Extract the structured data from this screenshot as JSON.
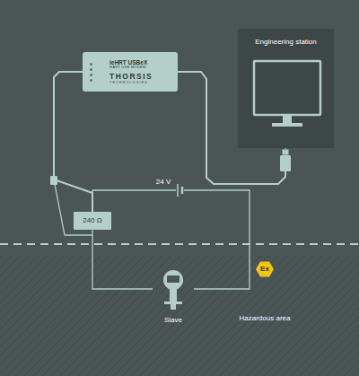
{
  "diagram": {
    "nodes": [
      {
        "text": [
          "ieHRT USBeX",
          "HART USB MODEM",
          "THORSIS",
          "TECHNOLOGIES"
        ]
      },
      {
        "text": [
          "Engineering station"
        ]
      },
      {
        "text": [
          "240 Ω"
        ]
      },
      {
        "text": [
          "Slave"
        ]
      }
    ],
    "edges": [
      {
        "from": 0,
        "to": 1,
        "arrow": "none"
      },
      {
        "from": 0,
        "to": 2,
        "arrow": "none"
      },
      {
        "from": 2,
        "to": 3,
        "arrow": "none"
      }
    ],
    "labels": [
      "24 V",
      "Ex",
      "Hazardous area"
    ]
  }
}
